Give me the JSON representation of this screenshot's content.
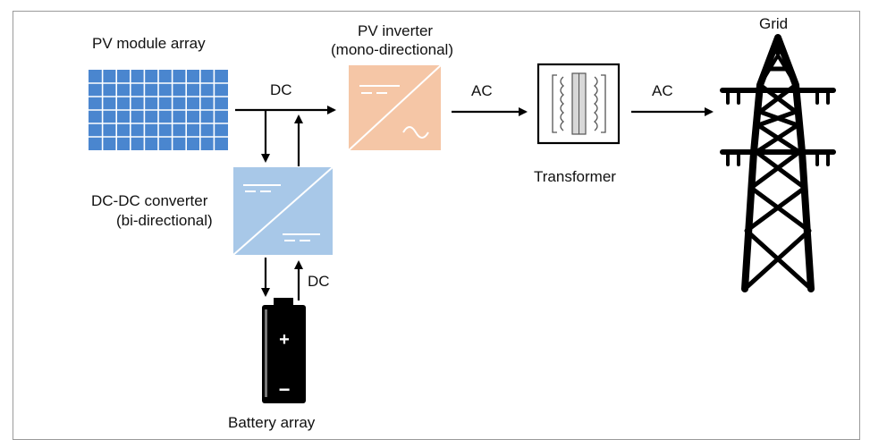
{
  "diagram": {
    "labels": {
      "pv_array": "PV module array",
      "pv_inverter_line1": "PV inverter",
      "pv_inverter_line2": "(mono-directional)",
      "dcdc_line1": "DC-DC converter",
      "dcdc_line2": "(bi-directional)",
      "transformer": "Transformer",
      "grid": "Grid",
      "battery": "Battery array",
      "dc_top": "DC",
      "dc_bottom": "DC",
      "ac_left": "AC",
      "ac_right": "AC",
      "battery_plus": "+",
      "battery_minus": "−"
    },
    "colors": {
      "panel": "#4a86cf",
      "panel_grid": "#ffffff",
      "inverter": "#f5c6a6",
      "converter": "#a8c8e8",
      "line": "#000000",
      "frame": "#9a9a9a"
    },
    "icons": [
      "solar-panel-icon",
      "inverter-icon",
      "dc-dc-converter-icon",
      "transformer-icon",
      "transmission-tower-icon",
      "battery-icon"
    ]
  }
}
